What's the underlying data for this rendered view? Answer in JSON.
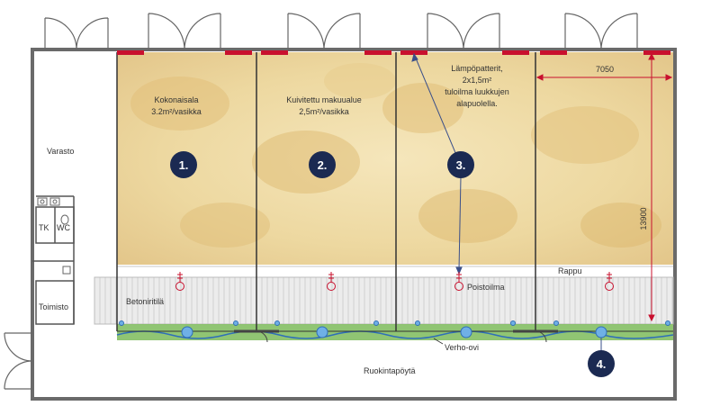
{
  "labels": {
    "varasto": "Varasto",
    "tk": "TK",
    "wc": "WC",
    "toimisto": "Toimisto",
    "pen1_line1": "Kokonaisala",
    "pen1_line2": "3.2m²/vasikka",
    "pen2_line1": "Kuivitettu makuualue",
    "pen2_line2": "2,5m²/vasikka",
    "pen3_line1": "Lämpöpatterit,",
    "pen3_line2": "2x1,5m²",
    "pen3_line3": "tuloilma luukkujen",
    "pen3_line4": "alapuolella.",
    "betoniritila": "Betoniritilä",
    "poistoilma": "Poistoilma",
    "rappu": "Rappu",
    "verho_ovi": "Verho-ovi",
    "ruokintapoyta": "Ruokintapöytä",
    "dim_width": "7050",
    "dim_length": "13900"
  },
  "markers": [
    "1.",
    "2.",
    "3.",
    "4."
  ],
  "colors": {
    "wall": "#666666",
    "straw": "#f1dfae",
    "straw_dark": "#d9b56f",
    "slat": "#e4e4e4",
    "heater": "#c8102e",
    "marker": "#1b2a52",
    "grass": "#5ea843",
    "water": "#4a8fd4",
    "air": "#c8102e"
  }
}
